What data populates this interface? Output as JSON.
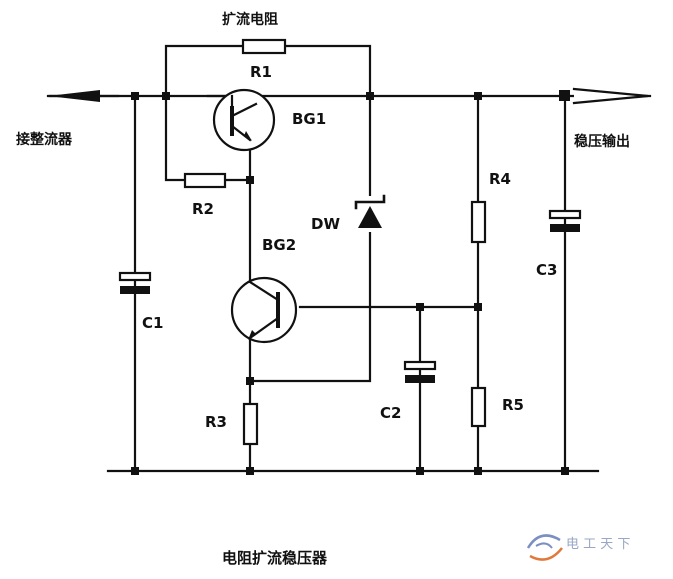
{
  "caption": "电阻扩流稳压器",
  "labels": {
    "expansion_resistor": "扩流电阻",
    "from_rectifier": "接整流器",
    "regulated_output": "稳压输出"
  },
  "components": {
    "R1": "R1",
    "R2": "R2",
    "R3": "R3",
    "R4": "R4",
    "R5": "R5",
    "C1": "C1",
    "C2": "C2",
    "C3": "C3",
    "BG1": "BG1",
    "BG2": "BG2",
    "DW": "DW"
  },
  "watermark": {
    "text": "电 工 天 下",
    "icon": "swirl-logo-icon"
  },
  "colors": {
    "ink": "#111111",
    "background": "#ffffff",
    "watermark": "#9aa7c4"
  }
}
